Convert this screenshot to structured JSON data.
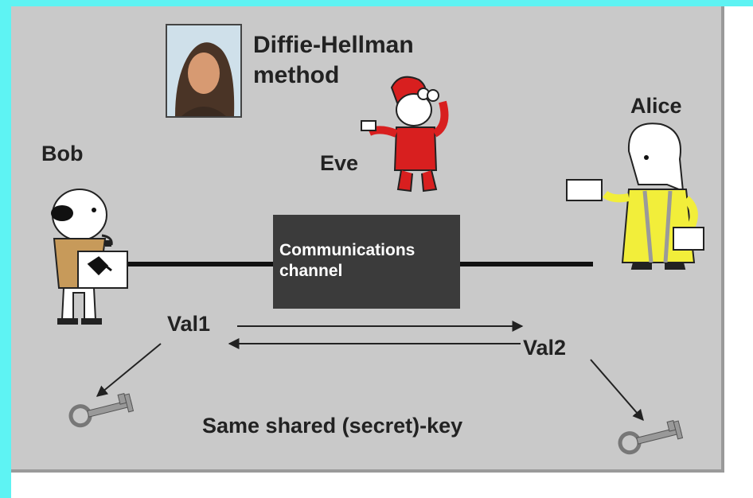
{
  "title_line1": "Diffie-Hellman",
  "title_line2": "method",
  "labels": {
    "bob": "Bob",
    "alice": "Alice",
    "eve": "Eve",
    "channel_line1": "Communications",
    "channel_line2": "channel",
    "val1": "Val1",
    "val2": "Val2",
    "shared_key": "Same shared (secret)-key"
  },
  "colors": {
    "frame_cyan": "#5ef3f3",
    "panel_gray": "#c9c9c9",
    "channel_box": "#3b3b3b",
    "eve_red": "#d81f1f",
    "alice_yellow": "#f2ee3a",
    "bob_tan": "#c79a5a"
  },
  "icons": [
    "portrait-photo",
    "bob-character",
    "eve-character",
    "alice-character",
    "key-icon"
  ]
}
